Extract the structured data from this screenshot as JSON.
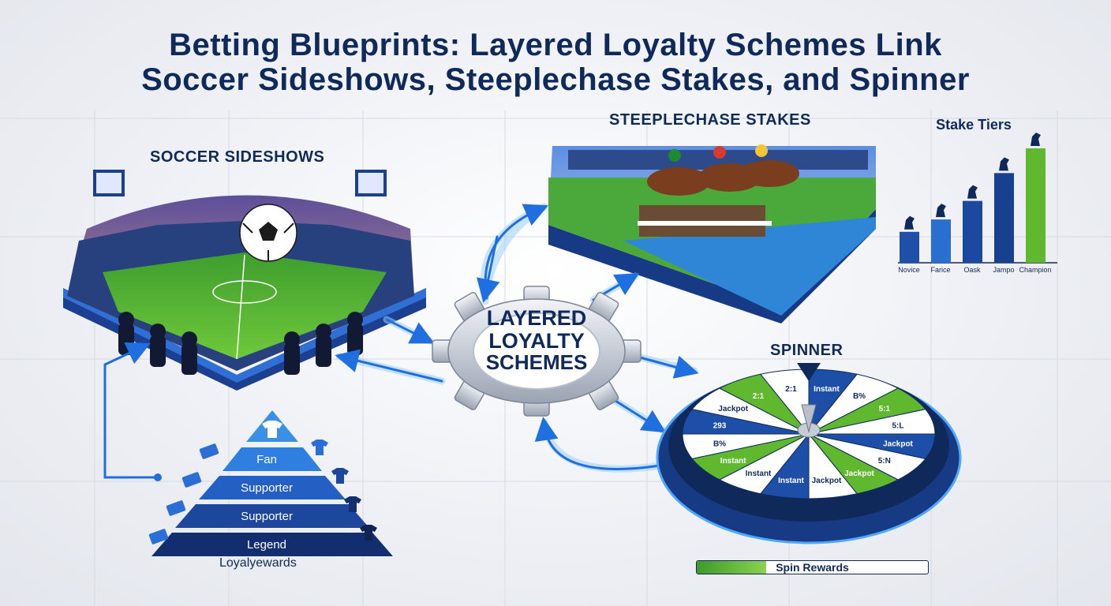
{
  "title": {
    "line1": "Betting Blueprints: Layered Loyalty Schemes Link",
    "line2": "Soccer Sideshows, Steeplechase Stakes, and Spinner"
  },
  "soccer": {
    "label": "SOCCER SIDESHOWS"
  },
  "steeplechase": {
    "label": "STEEPLECHASE STAKES"
  },
  "hub": {
    "line1": "LAYERED",
    "line2": "LOYALTY",
    "line3": "SCHEMES"
  },
  "stake_tiers": {
    "title": "Stake Tiers",
    "categories": [
      "Novice",
      "Farice",
      "Oask",
      "Jampo",
      "Champion"
    ],
    "values": [
      1,
      1.4,
      2,
      2.9,
      3.7
    ]
  },
  "pyramid": {
    "tiers": [
      "Fan",
      "Supporter",
      "Supporter",
      "Legend"
    ],
    "caption": "Loyalyewards"
  },
  "spinner": {
    "label": "SPINNER",
    "segments": [
      "Instant",
      "B%",
      "5:1",
      "5:L",
      "Jackpot",
      "5:N",
      "Jackpot",
      "Jackpot",
      "Instant",
      "Instant",
      "Instant",
      "B%",
      "293",
      "Jackpot",
      "2:1",
      "2:1"
    ],
    "rewards_label": "Spin Rewards",
    "rewards_progress": 0.3
  },
  "colors": {
    "navy": "#0f2a5a",
    "blue": "#1f5fbf",
    "green": "#5fb82e",
    "glow": "#3fa0ff"
  }
}
